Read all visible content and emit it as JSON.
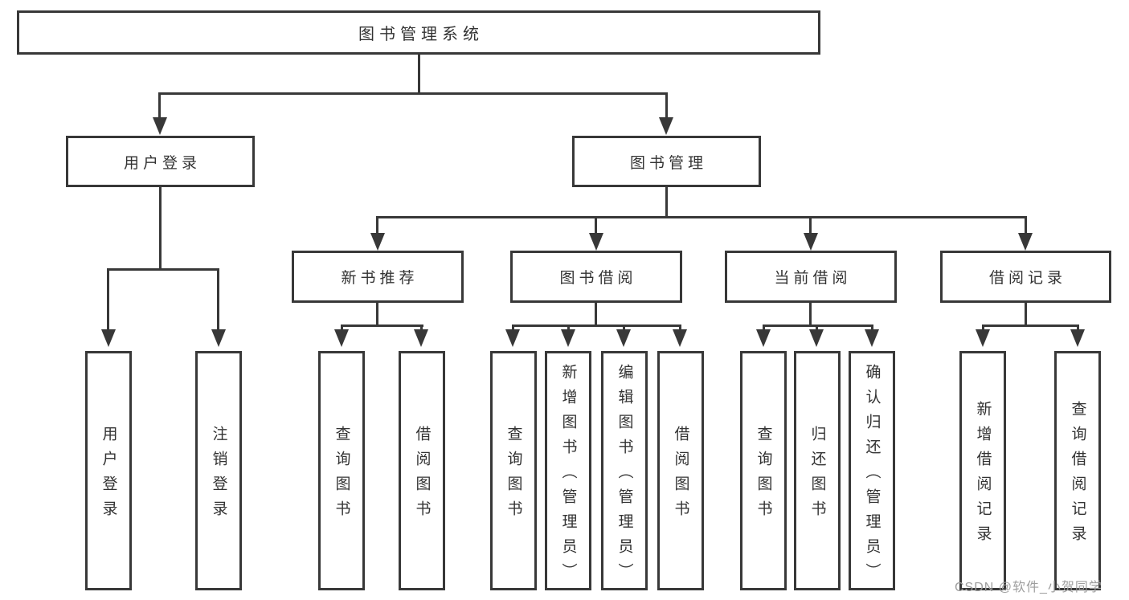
{
  "diagram": {
    "root": {
      "label": "图书管理系统"
    },
    "level2": [
      {
        "label": "用户登录"
      },
      {
        "label": "图书管理"
      }
    ],
    "level3": [
      {
        "label": "新书推荐",
        "parent": "图书管理"
      },
      {
        "label": "图书借阅",
        "parent": "图书管理"
      },
      {
        "label": "当前借阅",
        "parent": "图书管理"
      },
      {
        "label": "借阅记录",
        "parent": "图书管理"
      }
    ],
    "leaves": [
      {
        "label": "用户登录",
        "parent": "用户登录"
      },
      {
        "label": "注销登录",
        "parent": "用户登录"
      },
      {
        "label": "查询图书",
        "parent": "新书推荐"
      },
      {
        "label": "借阅图书",
        "parent": "新书推荐"
      },
      {
        "label": "查询图书",
        "parent": "图书借阅"
      },
      {
        "label": "新增图书（管理员）",
        "parent": "图书借阅"
      },
      {
        "label": "编辑图书（管理员）",
        "parent": "图书借阅"
      },
      {
        "label": "借阅图书",
        "parent": "图书借阅"
      },
      {
        "label": "查询图书",
        "parent": "当前借阅"
      },
      {
        "label": "归还图书",
        "parent": "当前借阅"
      },
      {
        "label": "确认归还（管理员）",
        "parent": "当前借阅"
      },
      {
        "label": "新增借阅记录",
        "parent": "借阅记录"
      },
      {
        "label": "查询借阅记录",
        "parent": "借阅记录"
      }
    ]
  },
  "watermark": {
    "text": "CSDN @软件_小贺同学"
  },
  "colors": {
    "line": "#383838",
    "text": "#333333",
    "background": "#ffffff",
    "watermark": "#9e9e9e"
  }
}
